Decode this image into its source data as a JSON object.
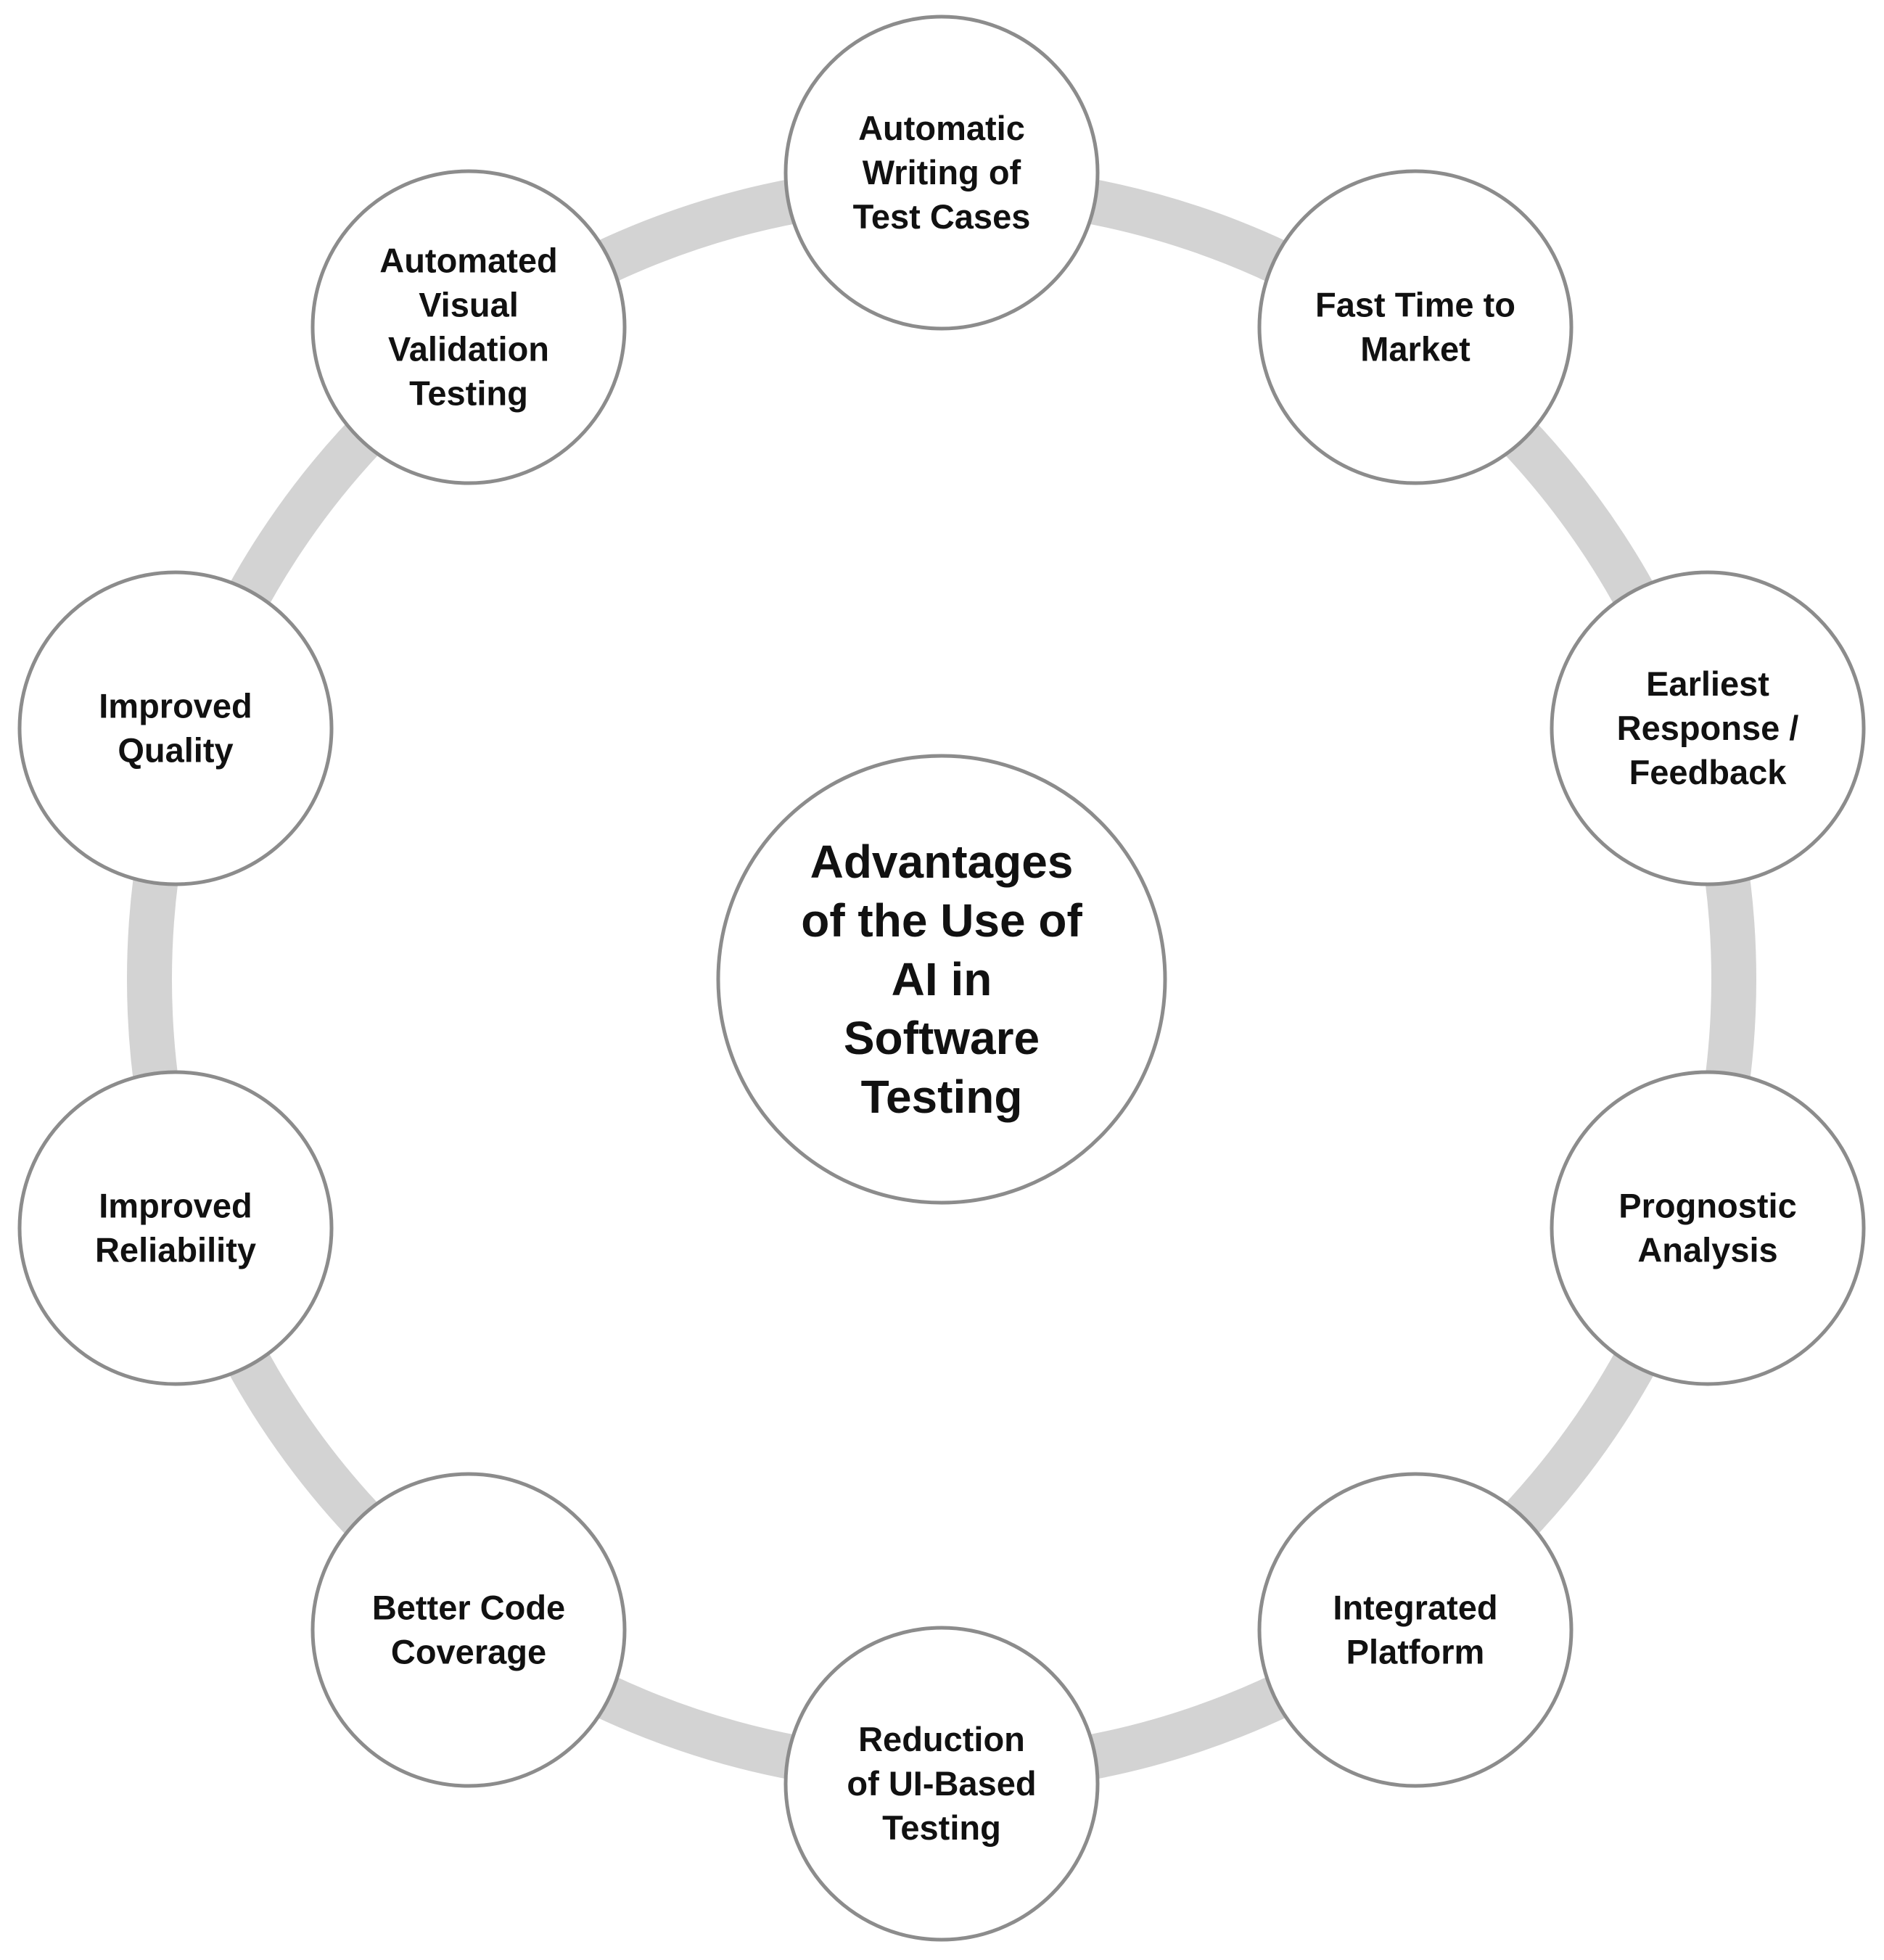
{
  "center": {
    "lines": [
      "Advantages",
      "of the Use of",
      "AI in",
      "Software",
      "Testing"
    ]
  },
  "nodes": [
    {
      "id": "automatic-writing-of-test-cases",
      "lines": [
        "Automatic",
        "Writing of",
        "Test Cases"
      ]
    },
    {
      "id": "fast-time-to-market",
      "lines": [
        "Fast Time to",
        "Market"
      ]
    },
    {
      "id": "earliest-response-feedback",
      "lines": [
        "Earliest",
        "Response /",
        "Feedback"
      ]
    },
    {
      "id": "prognostic-analysis",
      "lines": [
        "Prognostic",
        "Analysis"
      ]
    },
    {
      "id": "integrated-platform",
      "lines": [
        "Integrated",
        "Platform"
      ]
    },
    {
      "id": "reduction-of-ui-based-testing",
      "lines": [
        "Reduction",
        "of UI-Based",
        "Testing"
      ]
    },
    {
      "id": "better-code-coverage",
      "lines": [
        "Better Code",
        "Coverage"
      ]
    },
    {
      "id": "improved-reliability",
      "lines": [
        "Improved",
        "Reliability"
      ]
    },
    {
      "id": "improved-quality",
      "lines": [
        "Improved",
        "Quality"
      ]
    },
    {
      "id": "automated-visual-validation-testing",
      "lines": [
        "Automated",
        "Visual",
        "Validation",
        "Testing"
      ]
    }
  ],
  "colors": {
    "ring": "#d3d3d3",
    "circle_border": "#8c8c8c",
    "circle_fill": "#ffffff",
    "text": "#111111"
  }
}
